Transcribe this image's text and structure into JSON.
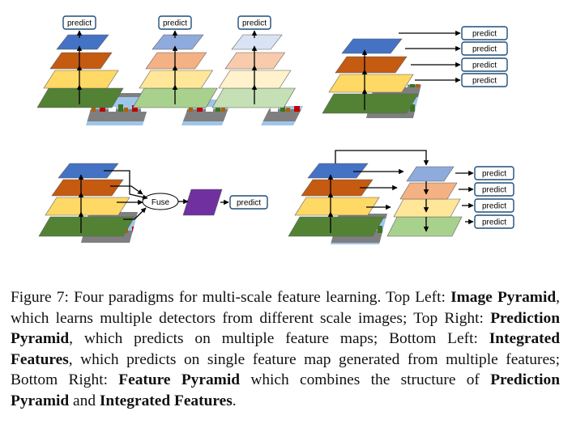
{
  "figure": {
    "predict_label": "predict",
    "fuse_label": "Fuse",
    "colors": {
      "dark_blue": "#4472C4",
      "dark_orange": "#C55A11",
      "dark_yellow": "#FFD966",
      "dark_green": "#548235",
      "mid_blue": "#8FAADC",
      "mid_orange": "#F4B183",
      "mid_yellow": "#FFE699",
      "mid_green": "#A9D18E",
      "light_blue": "#DAE3F3",
      "light_orange": "#F8CBAD",
      "light_yellow": "#FFF2CC",
      "light_green": "#C5E0B4",
      "purple": "#7030A0",
      "predict_border": "#1F4E79"
    },
    "panels": [
      {
        "position": "top-left",
        "paradigm": "Image Pyramid"
      },
      {
        "position": "top-right",
        "paradigm": "Prediction Pyramid"
      },
      {
        "position": "bottom-left",
        "paradigm": "Integrated Features"
      },
      {
        "position": "bottom-right",
        "paradigm": "Feature Pyramid"
      }
    ]
  },
  "caption": {
    "figure_number": "Figure 7:",
    "intro": "Four paradigms for multi-scale feature learning.",
    "tl_prefix": "Top Left:",
    "tl_name": "Image Pyramid",
    "tl_desc": ", which learns multiple detectors from different scale images;",
    "tr_prefix": "Top Right:",
    "tr_name": "Prediction Pyramid",
    "tr_desc": ", which predicts on multiple feature maps;",
    "bl_prefix": "Bottom Left:",
    "bl_name": "Integrated Features",
    "bl_desc": ", which predicts on single feature map generated from multiple features;",
    "br_prefix": "Bottom Right:",
    "br_name": "Feature Pyramid",
    "br_desc": "which combines the structure of",
    "br_ref1": "Prediction Pyramid",
    "and_word": "and",
    "br_ref2": "Integrated Features",
    "end": "."
  }
}
